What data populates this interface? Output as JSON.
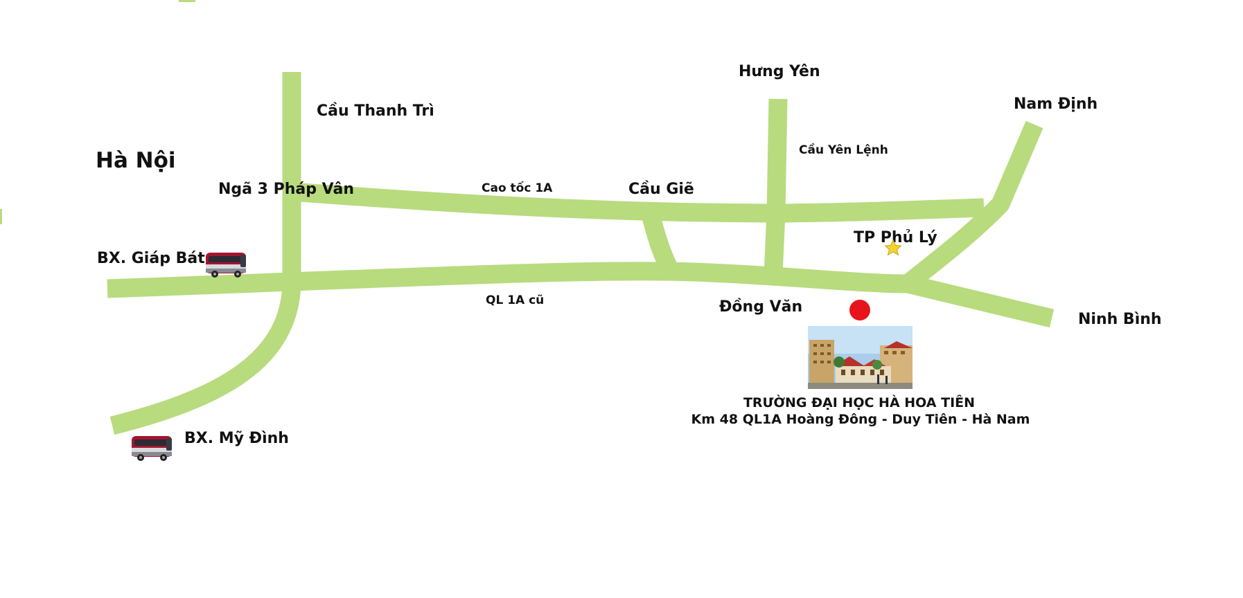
{
  "colors": {
    "road": "#b8db7e",
    "marker": "#e8141c",
    "star": "#f4d330",
    "bus_body": "#a3142e",
    "text": "#111111",
    "background": "#ffffff"
  },
  "places": {
    "ha_noi": "Hà Nội",
    "cau_thanh_tri": "Cầu Thanh Trì",
    "nga3_phap_van": "Ngã 3 Pháp Vân",
    "bx_giap_bat": "BX. Giáp Bát",
    "bx_my_dinh": "BX. Mỹ Đình",
    "hung_yen": "Hưng Yên",
    "cau_yen_lenh": "Cầu Yên Lệnh",
    "cau_gie": "Cầu Giẽ",
    "nam_dinh": "Nam Định",
    "tp_phu_ly": "TP Phủ Lý",
    "dong_van": "Đồng Văn",
    "ninh_binh": "Ninh Bình"
  },
  "roads": {
    "cao_toc": "Cao tốc 1A",
    "ql1a_cu": "QL 1A cũ"
  },
  "school": {
    "name": "TRƯỜNG ĐẠI HỌC HÀ HOA TIÊN",
    "address": "Km 48 QL1A Hoàng Đông - Duy Tiên - Hà Nam"
  },
  "icons": {
    "bus": "bus-icon",
    "star": "star-icon",
    "location": "location-marker-icon",
    "photo": "school-photo"
  }
}
